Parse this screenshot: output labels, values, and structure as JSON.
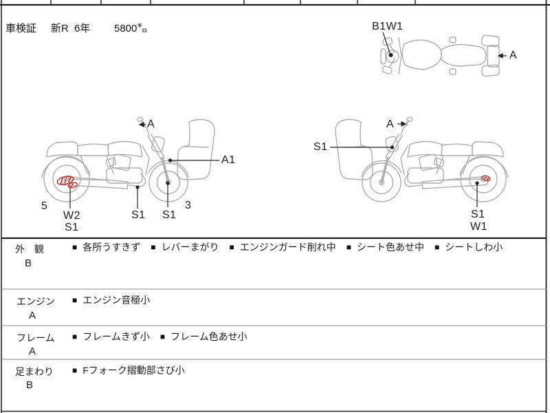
{
  "header": {
    "doc_label": "車検証",
    "reg_mark": "新R",
    "year": "6年",
    "mileage": "5800㌔"
  },
  "glyphs": {
    "bullet": "■"
  },
  "colors": {
    "sketch_line": "#aeaeae",
    "damage_marker": "#c23a32",
    "rule_dark": "#1f1f1f",
    "rule_light": "#8a8a8a"
  },
  "diagram": {
    "top_view": {
      "front_label": "B1W1",
      "rear_label": "A"
    },
    "left_view": {
      "mirror_label": "A",
      "fork_label": "A1",
      "rear_tire_label": "5",
      "muffler_label_1": "W2",
      "muffler_label_2": "S1",
      "underside_label": "S1",
      "front_hub_label": "S1",
      "front_tire_label": "3"
    },
    "right_view": {
      "mirror_label": "A",
      "headlight_label": "S1",
      "muffler_label_1": "S1",
      "muffler_label_2": "W1"
    }
  },
  "inspection": {
    "rows": [
      {
        "category": "外　観",
        "grade": "B",
        "items": [
          "各所うすきず",
          "レバーまがり",
          "エンジンガード削れ中",
          "シート色あせ中",
          "シートしわ小"
        ]
      },
      {
        "category": "エンジン",
        "grade": "A",
        "items": [
          "エンジン音極小"
        ]
      },
      {
        "category": "フレーム",
        "grade": "A",
        "items": [
          "フレームきず小",
          "フレーム色あせ小"
        ]
      },
      {
        "category": "足まわり",
        "grade": "B",
        "items": [
          "Fフォーク摺動部さび小"
        ]
      }
    ]
  }
}
